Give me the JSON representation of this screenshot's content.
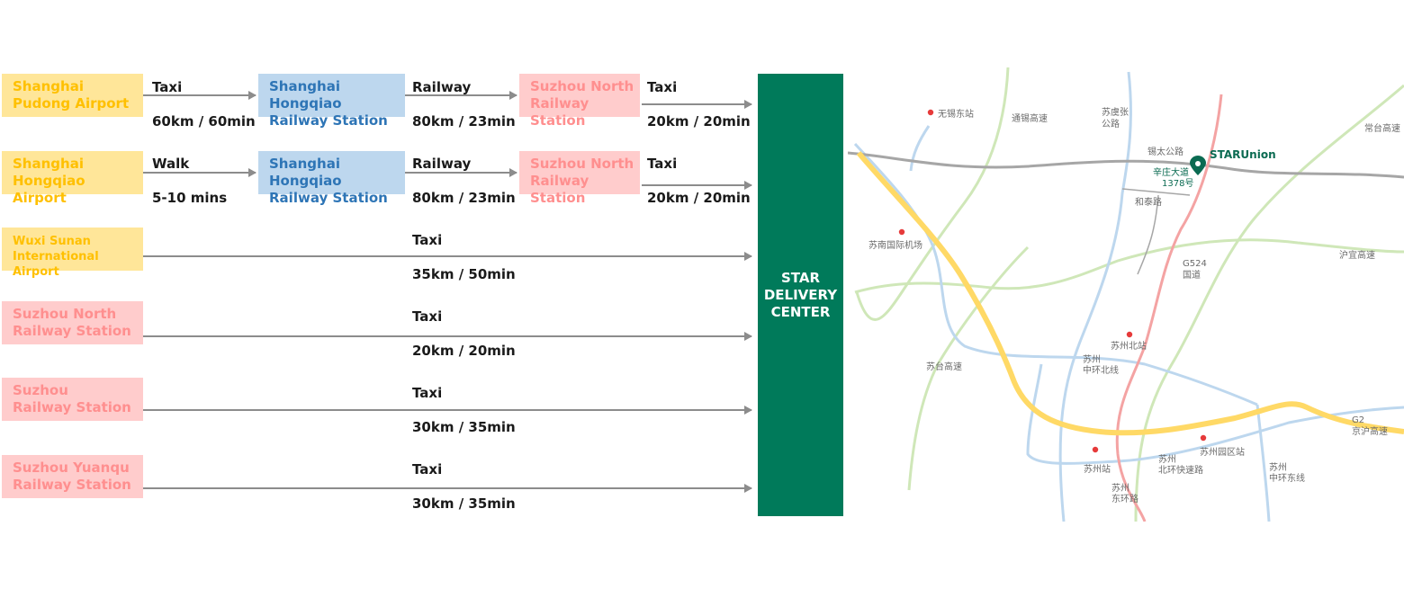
{
  "colors": {
    "yellow_bg": "#ffe699",
    "yellow_text": "#ffc000",
    "blue_bg": "#bdd7ee",
    "blue_text": "#2e75b6",
    "pink_bg": "#ffcccc",
    "pink_text": "#ff8f8f",
    "center_bg": "#007a5a"
  },
  "routes": [
    {
      "origin": "Shanghai\nPudong Airport",
      "leg1_mode": "Taxi",
      "leg1_dist": "60km / 60min",
      "mid1": "Shanghai Hongqiao\nRailway Station",
      "leg2_mode": "Railway",
      "leg2_dist": "80km / 23min",
      "mid2": "Suzhou North\nRailway Station",
      "leg3_mode": "Taxi",
      "leg3_dist": "20km / 20min"
    },
    {
      "origin": "Shanghai\nHongqiao Airport",
      "leg1_mode": "Walk",
      "leg1_dist": "5-10 mins",
      "mid1": "Shanghai Hongqiao\nRailway Station",
      "leg2_mode": "Railway",
      "leg2_dist": "80km / 23min",
      "mid2": "Suzhou North\nRailway Station",
      "leg3_mode": "Taxi",
      "leg3_dist": "20km / 20min"
    },
    {
      "origin": "Wuxi Sunan\nInternational Airport",
      "mode": "Taxi",
      "dist": "35km / 50min"
    },
    {
      "origin": "Suzhou North\nRailway Station",
      "mode": "Taxi",
      "dist": "20km / 20min"
    },
    {
      "origin": "Suzhou\nRailway Station",
      "mode": "Taxi",
      "dist": "30km / 35min"
    },
    {
      "origin": "Suzhou Yuanqu\nRailway Station",
      "mode": "Taxi",
      "dist": "30km / 35min"
    }
  ],
  "destination": "STAR\nDELIVERY\nCENTER",
  "map": {
    "brand": "STARUnion",
    "address": "辛庄大道\n1378号",
    "labels": {
      "wuxi_east": "无锡东站",
      "tongxi": "通锡高速",
      "suyujian1": "苏虞张",
      "suyujian2": "公路",
      "xitai": "锡太公路",
      "changtai": "常台高速",
      "hetai": "和泰路",
      "sunan_airport": "苏南国际机场",
      "g524": "G524",
      "g524b": "国道",
      "huyi": "沪宜高速",
      "suzhou_north": "苏州北站",
      "sutai": "苏台高速",
      "szn_ring1": "苏州",
      "szn_ring2": "中环北线",
      "g2a": "G2",
      "g2b": "京沪高速",
      "park_station": "苏州园区站",
      "suzhou_station": "苏州站",
      "north_ring1": "苏州",
      "north_ring2": "北环快速路",
      "east_ring1": "苏州",
      "east_ring2": "中环东线",
      "east_road1": "苏州",
      "east_road2": "东环路"
    }
  }
}
